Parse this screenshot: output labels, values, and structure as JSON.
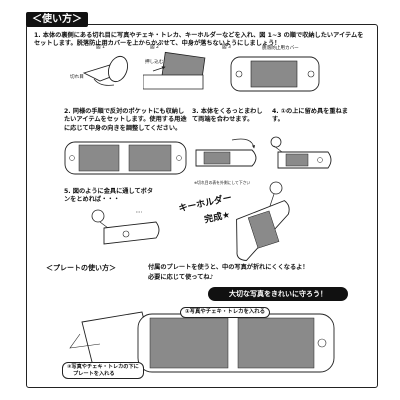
{
  "header": {
    "title": "＜使い方＞"
  },
  "steps": {
    "step1": "1. 本体の裏側にある切れ目に写真やチェキ・トレカ、キーホルダーなどを入れ、図 1~3 の順で収納したいアイテムをセットします。脱落防止用カバーを上からかぶせて、中身が落ちないようにしましょう！",
    "fig1_label": "図 1",
    "fig1_sub": "切れ目",
    "fig2_label": "図 2",
    "fig2_sub": "押し込む",
    "fig3_label": "図 3",
    "fig3_sub": "脱落防止用カバー",
    "step2": "2. 同様の手順で反対のポケットにも収納したいアイテムをセットします。使用する用途に応じて中身の向きを調整してください。",
    "step3": "3. 本体をくるっとまわして両端を合わせます。",
    "step3_note": "※切れ目の表を外側にして下さい",
    "step4": "4. ①の上に留め具を重ねます。",
    "step5": "5. 図のように金具に通してボタンをとめれば・・・",
    "keyholder": "キーホルダー",
    "keyholder2": "完成★"
  },
  "plate": {
    "heading": "＜プレートの使い方＞",
    "desc1": "付属のプレートを使うと、中の写真が折れにくくなるよ！",
    "desc2": "必要に応じて使ってね♪",
    "banner": "大切な写真をきれいに守ろう！",
    "label1": "①写真やチェキ・トレカを入れる",
    "label2a": "②写真やチェキ・トレカの下に",
    "label2b": "プレートを入れる"
  },
  "colors": {
    "ink": "#111111",
    "gray": "#8a8a8a",
    "panel": "#9a9a9a",
    "line": "#333333"
  },
  "icons": [
    "arrow-icon",
    "key-ring-icon",
    "pushpin-icon"
  ]
}
